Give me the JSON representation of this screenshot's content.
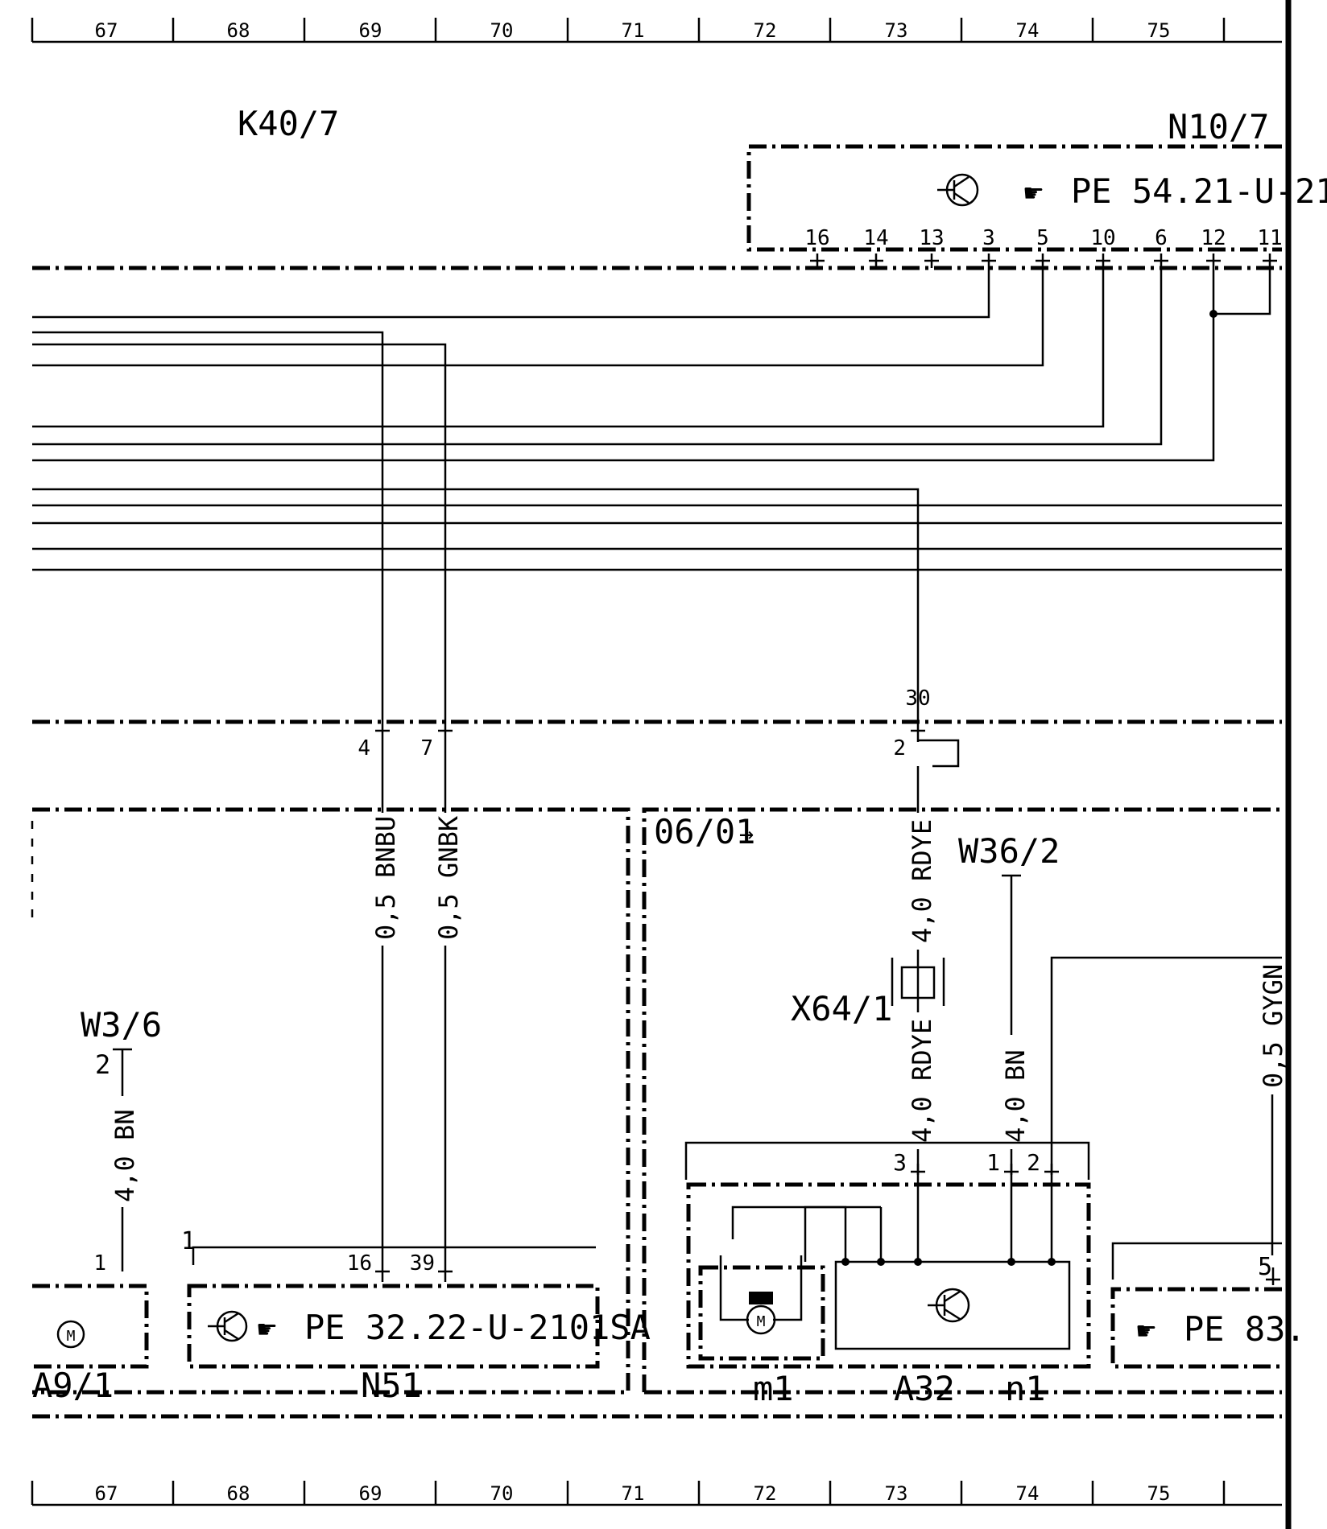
{
  "grid": {
    "columns": [
      "67",
      "68",
      "69",
      "70",
      "71",
      "72",
      "73",
      "74",
      "75"
    ]
  },
  "components": {
    "k40_7": "K40/7",
    "n10_7": "N10/7",
    "n10_7_ref": "PE 54.21-U-21",
    "n51": "N51",
    "n51_ref": "PE 32.22-U-2101SA",
    "a32": "A32",
    "n1": "n1",
    "m1": "m1",
    "a9_1": "A9/1",
    "n_right_ref": "PE 83.",
    "w3_6": "W3/6",
    "w36_2": "W36/2",
    "x64_1": "X64/1",
    "date_note": "06/01"
  },
  "pins": {
    "n10_7": [
      "16",
      "14",
      "13",
      "3",
      "5",
      "10",
      "6",
      "12",
      "11"
    ],
    "k40_7": {
      "p4": "4",
      "p7": "7",
      "p30": "30",
      "p2": "2"
    },
    "n51": {
      "p16": "16",
      "p39": "39",
      "p1": "1"
    },
    "a32": {
      "p3": "3",
      "p1": "1",
      "p2": "2"
    },
    "w3_6": "2",
    "a9_1": "1",
    "right": "5"
  },
  "wires": {
    "bnbu": "0,5 BNBU",
    "gnbk": "0,5 GNBK",
    "rdye_top": "4,0 RDYE",
    "rdye_bottom": "4,0 RDYE",
    "bn_w36": "4,0 BN",
    "bn_w3": "4,0 BN",
    "gygn": "0,5 GYGN"
  }
}
